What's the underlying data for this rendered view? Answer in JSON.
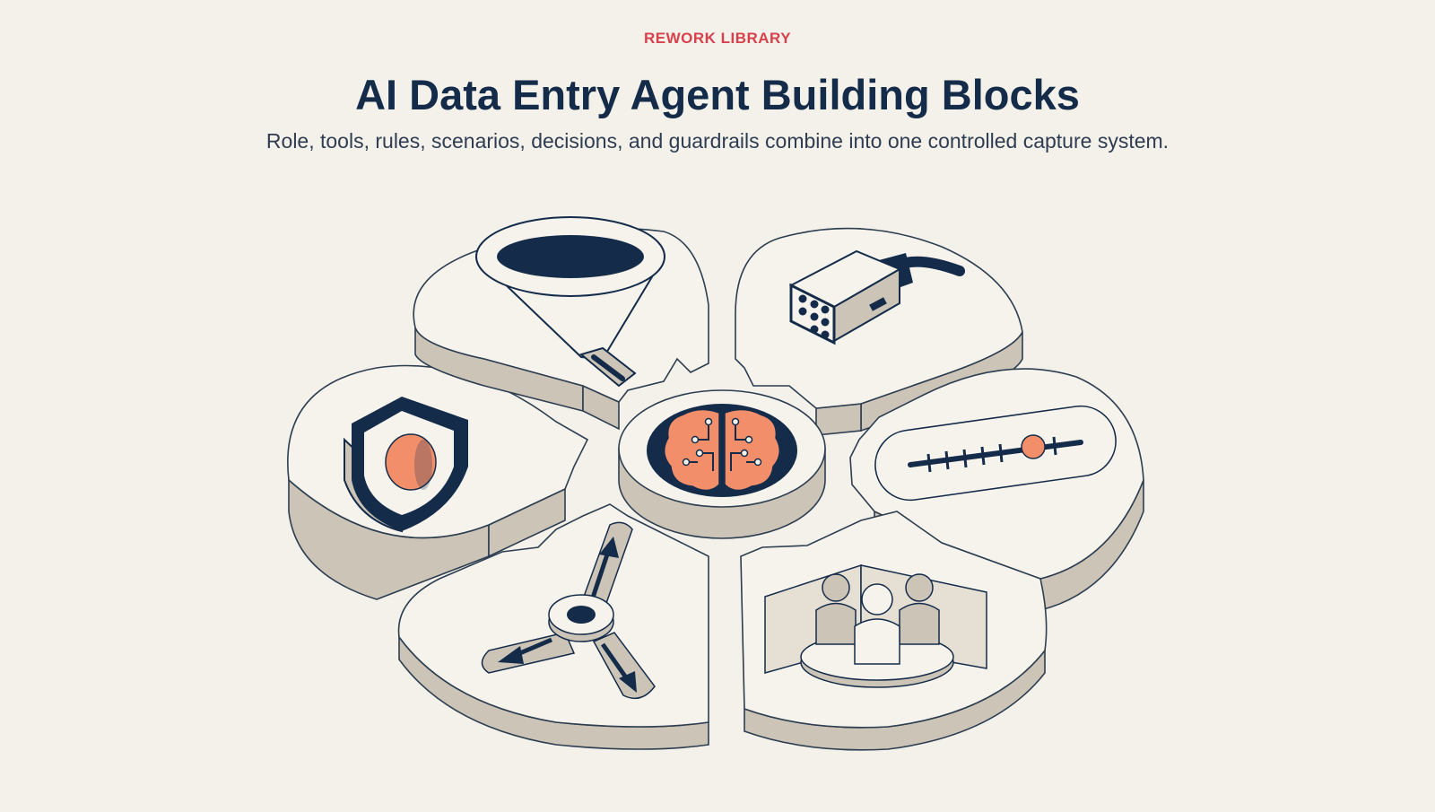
{
  "header": {
    "kicker": "REWORK LIBRARY",
    "title": "AI Data Entry Agent Building Blocks",
    "subtitle": "Role, tools, rules, scenarios, decisions, and guardrails combine into one controlled capture system."
  },
  "colors": {
    "background": "#f4f1ea",
    "accent_red": "#d8414c",
    "navy": "#142c4a",
    "orange": "#f28f6a",
    "piece_top": "#f6f3ec",
    "piece_side": "#cdc4b8",
    "outline": "#2c3e50"
  },
  "diagram": {
    "center": {
      "icon": "brain-circuit-icon"
    },
    "segments": [
      {
        "id": "tools",
        "icon": "funnel-icon"
      },
      {
        "id": "connector",
        "icon": "connector-plug-icon"
      },
      {
        "id": "rules",
        "icon": "slider-icon"
      },
      {
        "id": "scenarios",
        "icon": "team-icon"
      },
      {
        "id": "decisions",
        "icon": "branch-arrows-icon"
      },
      {
        "id": "guardrails",
        "icon": "shield-icon"
      }
    ]
  }
}
